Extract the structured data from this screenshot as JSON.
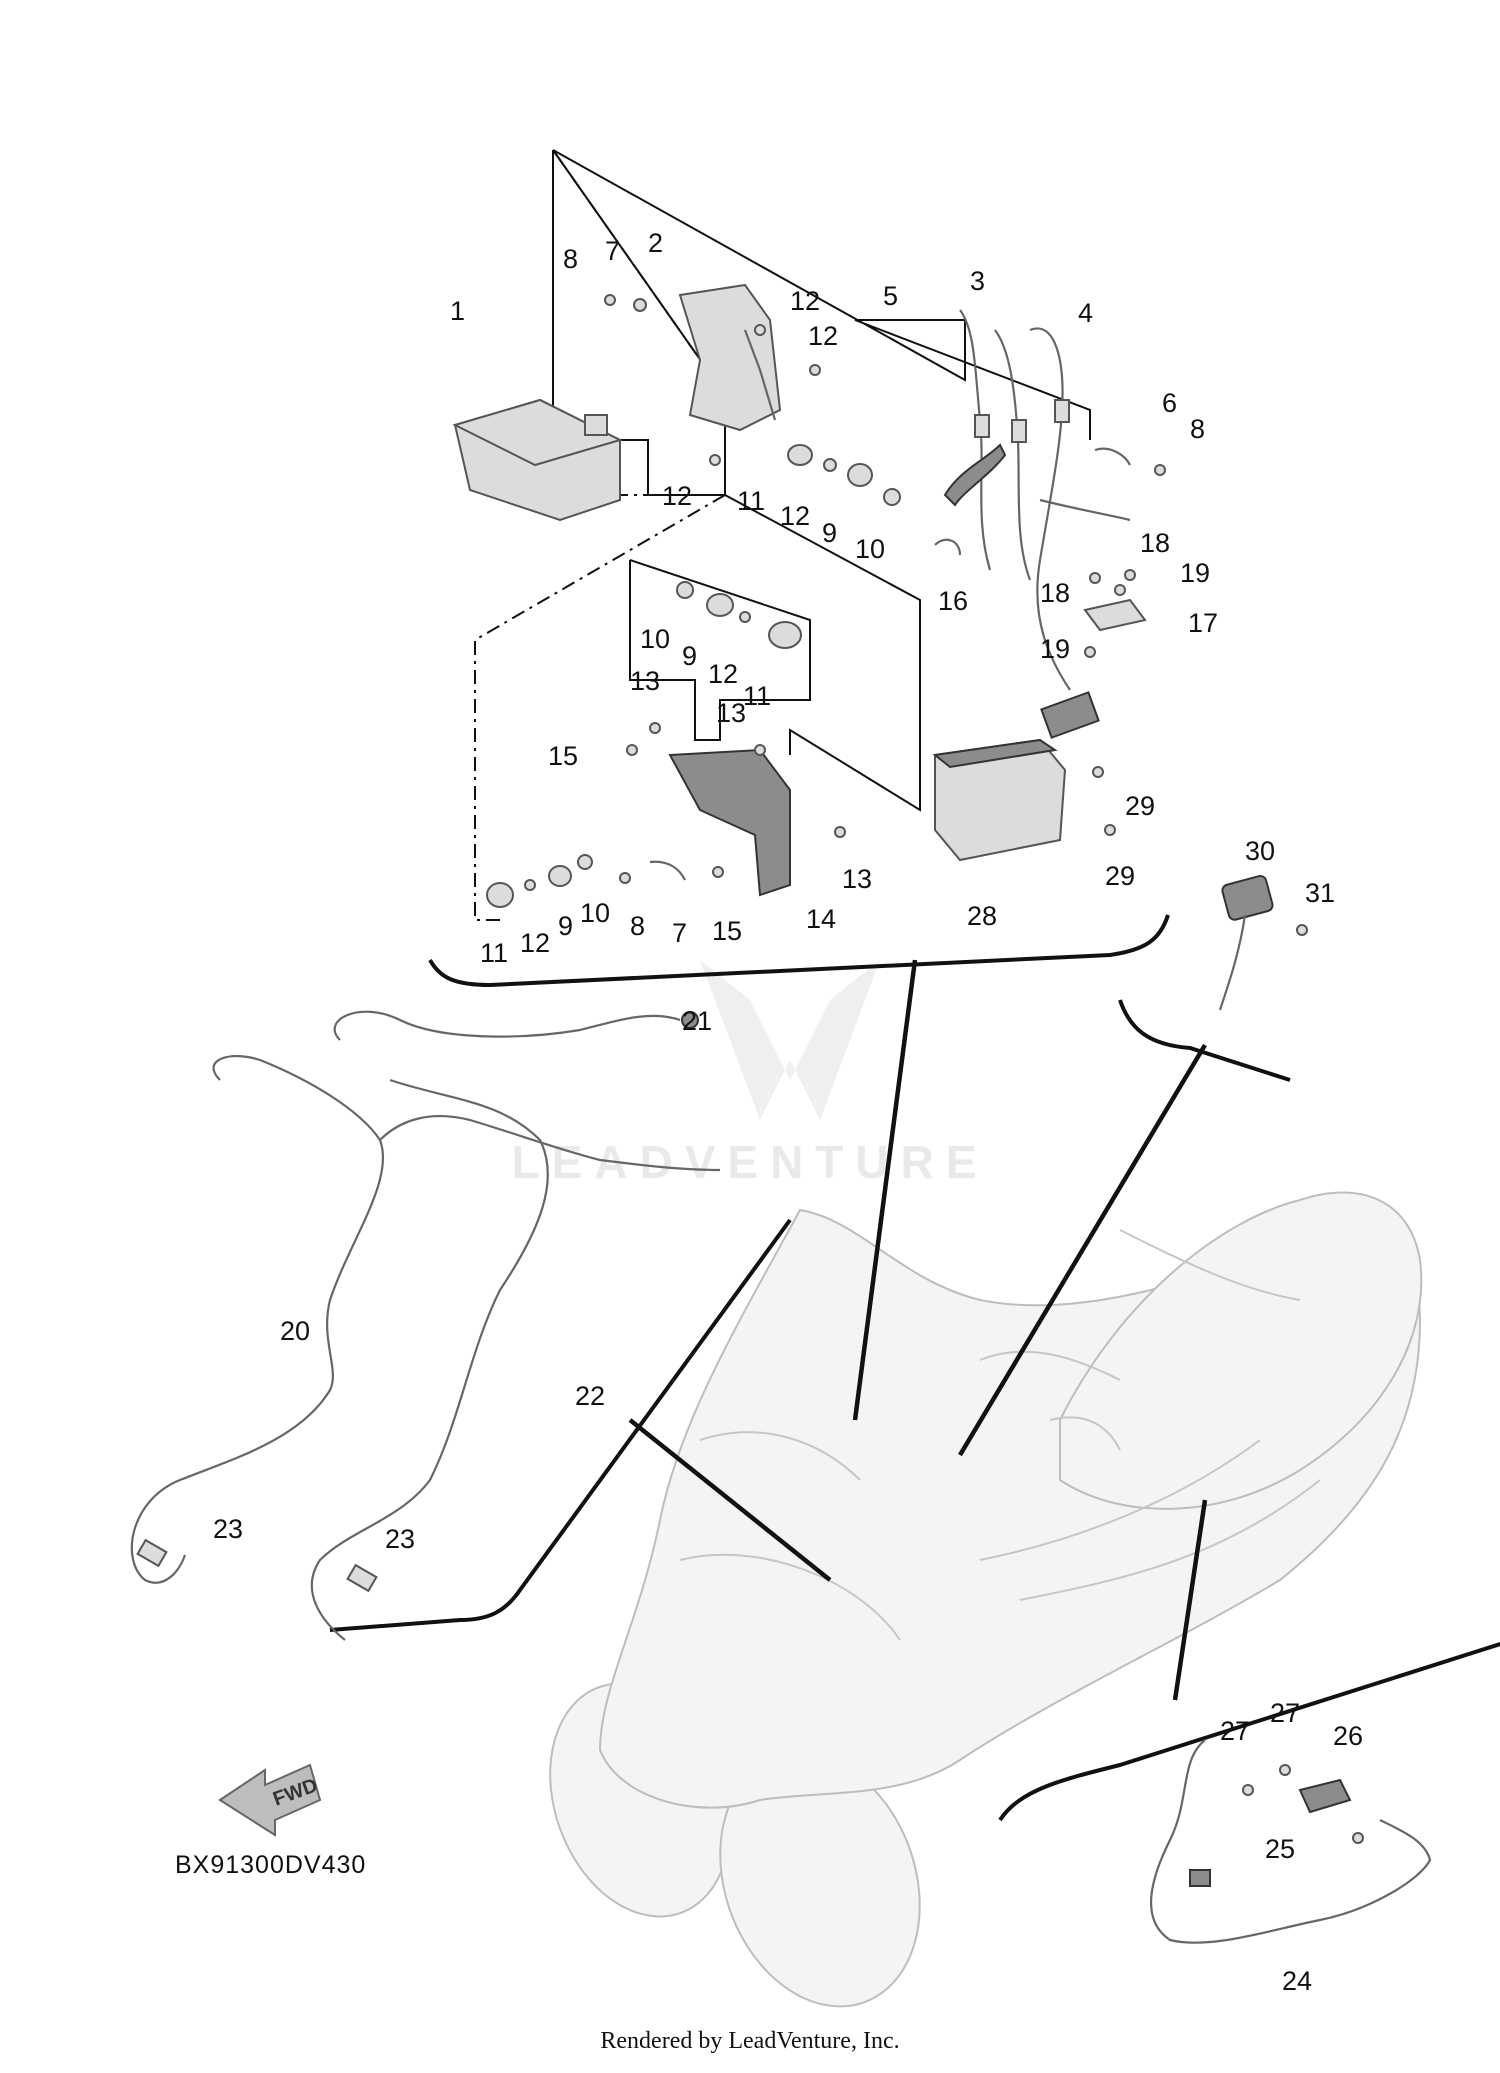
{
  "diagram": {
    "callouts": [
      {
        "id": "c1",
        "text": "1"
      },
      {
        "id": "c2",
        "text": "2"
      },
      {
        "id": "c3",
        "text": "3"
      },
      {
        "id": "c4",
        "text": "4"
      },
      {
        "id": "c5",
        "text": "5"
      },
      {
        "id": "c6",
        "text": "6"
      },
      {
        "id": "c7a",
        "text": "7"
      },
      {
        "id": "c7b",
        "text": "7"
      },
      {
        "id": "c8a",
        "text": "8"
      },
      {
        "id": "c8b",
        "text": "8"
      },
      {
        "id": "c8c",
        "text": "8"
      },
      {
        "id": "c9a",
        "text": "9"
      },
      {
        "id": "c9b",
        "text": "9"
      },
      {
        "id": "c9c",
        "text": "9"
      },
      {
        "id": "c10a",
        "text": "10"
      },
      {
        "id": "c10b",
        "text": "10"
      },
      {
        "id": "c10c",
        "text": "10"
      },
      {
        "id": "c11a",
        "text": "11"
      },
      {
        "id": "c11b",
        "text": "11"
      },
      {
        "id": "c11c",
        "text": "11"
      },
      {
        "id": "c12a",
        "text": "12"
      },
      {
        "id": "c12b",
        "text": "12"
      },
      {
        "id": "c12c",
        "text": "12"
      },
      {
        "id": "c12d",
        "text": "12"
      },
      {
        "id": "c12e",
        "text": "12"
      },
      {
        "id": "c12f",
        "text": "12"
      },
      {
        "id": "c13a",
        "text": "13"
      },
      {
        "id": "c13b",
        "text": "13"
      },
      {
        "id": "c13c",
        "text": "13"
      },
      {
        "id": "c14",
        "text": "14"
      },
      {
        "id": "c15a",
        "text": "15"
      },
      {
        "id": "c15b",
        "text": "15"
      },
      {
        "id": "c16",
        "text": "16"
      },
      {
        "id": "c17",
        "text": "17"
      },
      {
        "id": "c18a",
        "text": "18"
      },
      {
        "id": "c18b",
        "text": "18"
      },
      {
        "id": "c19a",
        "text": "19"
      },
      {
        "id": "c19b",
        "text": "19"
      },
      {
        "id": "c20",
        "text": "20"
      },
      {
        "id": "c21",
        "text": "21"
      },
      {
        "id": "c22",
        "text": "22"
      },
      {
        "id": "c23a",
        "text": "23"
      },
      {
        "id": "c23b",
        "text": "23"
      },
      {
        "id": "c24",
        "text": "24"
      },
      {
        "id": "c25",
        "text": "25"
      },
      {
        "id": "c26",
        "text": "26"
      },
      {
        "id": "c27a",
        "text": "27"
      },
      {
        "id": "c27b",
        "text": "27"
      },
      {
        "id": "c28",
        "text": "28"
      },
      {
        "id": "c29a",
        "text": "29"
      },
      {
        "id": "c29b",
        "text": "29"
      },
      {
        "id": "c30",
        "text": "30"
      },
      {
        "id": "c31",
        "text": "31"
      }
    ],
    "fwd_label": "FWD",
    "part_code": "BX91300DV430",
    "watermark": "LEADVENTURE"
  },
  "footer": {
    "text": "Rendered by LeadVenture, Inc."
  }
}
